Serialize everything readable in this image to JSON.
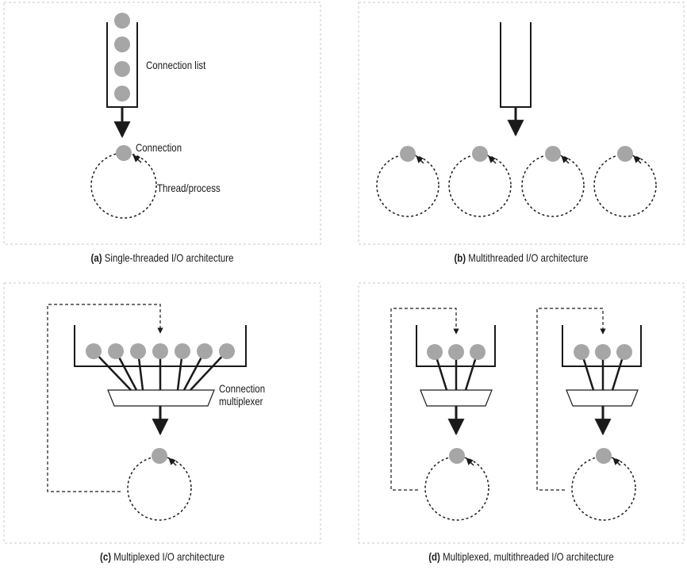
{
  "panels": {
    "a": {
      "letter": "(a)",
      "caption": "Single-threaded I/O architecture",
      "labels": {
        "connection_list": "Connection list",
        "connection": "Connection",
        "thread_process": "Thread/process"
      }
    },
    "b": {
      "letter": "(b)",
      "caption": "Multithreaded I/O architecture"
    },
    "c": {
      "letter": "(c)",
      "caption": "Multiplexed I/O architecture",
      "labels": {
        "multiplexer_line1": "Connection",
        "multiplexer_line2": "multiplexer"
      }
    },
    "d": {
      "letter": "(d)",
      "caption": "Multiplexed, multithreaded I/O architecture"
    }
  },
  "colors": {
    "connection_fill": "#a6a6a6",
    "line": "#1a1a1a",
    "panel_border": "#c8c8c8"
  }
}
